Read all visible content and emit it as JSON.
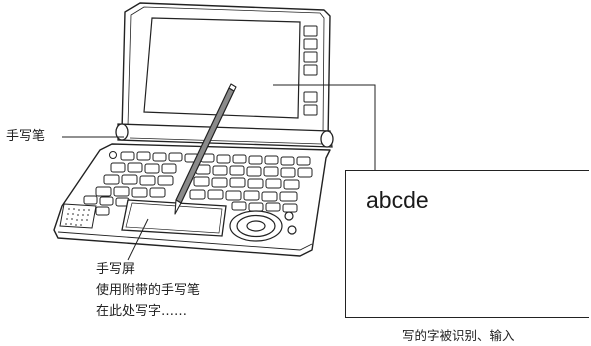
{
  "labels": {
    "stylus": "手写笔",
    "pad": [
      "手写屏",
      "使用附带的手写笔",
      "在此处写字……"
    ],
    "output_text": "abcde",
    "caption": "写的字被识别、输入"
  },
  "colors": {
    "line": "#222222",
    "device_fill": "#ffffff",
    "key_fill": "#ffffff",
    "speaker_dots": "#555555"
  }
}
